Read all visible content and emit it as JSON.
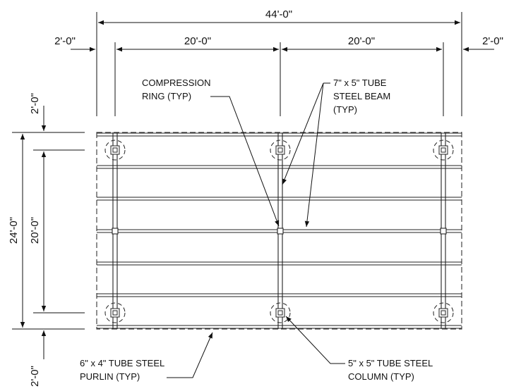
{
  "dimensions": {
    "overall_width": "44'-0\"",
    "left_overhang": "2'-0\"",
    "right_overhang": "2'-0\"",
    "bay_left": "20'-0\"",
    "bay_right": "20'-0\"",
    "overall_depth": "24'-0\"",
    "inner_depth": "20'-0\"",
    "top_overhang": "2'-0\"",
    "bottom_overhang": "2'-0\""
  },
  "notes": {
    "compression_ring": [
      "COMPRESSION",
      "RING (TYP)"
    ],
    "steel_beam": [
      "7\" x 5\" TUBE",
      "STEEL BEAM",
      "(TYP)"
    ],
    "purlin": [
      "6\" x 4\" TUBE STEEL",
      "PURLIN (TYP)"
    ],
    "column": [
      "5\" x 5\" TUBE STEEL",
      "COLUMN (TYP)"
    ]
  }
}
